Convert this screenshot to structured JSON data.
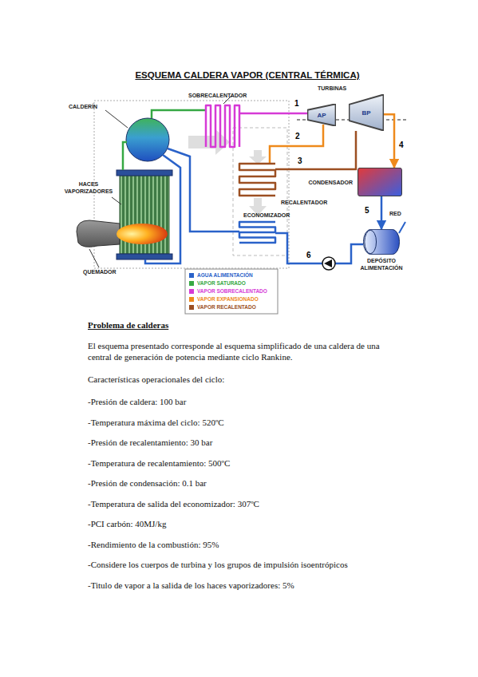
{
  "diagram": {
    "title": "ESQUEMA CALDERA VAPOR (CENTRAL TÉRMICA)",
    "nodes": [
      {
        "text": [
          "AP"
        ]
      },
      {
        "text": [
          "BP"
        ]
      },
      {
        "text": [
          "CONDENSADOR"
        ]
      },
      {
        "text": [
          "DEPÓSITO ALIMENTACIÓN"
        ]
      }
    ],
    "edges": [
      {
        "from": 1,
        "to": 2,
        "arrow": "to"
      },
      {
        "from": 2,
        "to": 3,
        "arrow": "to"
      }
    ],
    "labels": [
      "SOBRECALENTADOR",
      "TURBINAS",
      "1",
      "CALDERÍN",
      "2",
      "3",
      "4",
      "HACES VAPORIZADORES",
      "RECALENTADOR",
      "5",
      "RED",
      "ECONOMIZADOR",
      "6",
      "QUEMADOR",
      "Problema de calderas",
      "El esquema presentado corresponde al esquema simplificado de una caldera de una central de generación de potencia mediante ciclo Rankine.",
      "Características operacionales del ciclo:",
      "-Presión de caldera: 100 bar",
      "-Temperatura máxima del ciclo: 520ºC",
      "-Presión de recalentamiento: 30 bar",
      "-Temperatura de recalentamiento: 500ºC",
      "-Presión de condensación: 0.1 bar",
      "-Temperatura de salida del economizador: 307ºC",
      "-PCI carbón: 40MJ/kg",
      "-Rendimiento de la combustión: 95%",
      "-Considere los cuerpos de turbina y los grupos de impulsión isoentrópicos",
      "-Titulo de vapor a la salida de los haces vaporizadores: 5%"
    ],
    "legend": [
      {
        "text": "AGUA ALIMENTACIÓN",
        "color": "#2a62c9"
      },
      {
        "text": "VAPOR SATURADO",
        "color": "#36a843"
      },
      {
        "text": "VAPOR SOBRECALENTADO",
        "color": "#d63ad6"
      },
      {
        "text": "VAPOR EXPANSIONADO",
        "color": "#ee8a1c"
      },
      {
        "text": "VAPOR RECALENTADO",
        "color": "#9c4f22"
      }
    ]
  }
}
